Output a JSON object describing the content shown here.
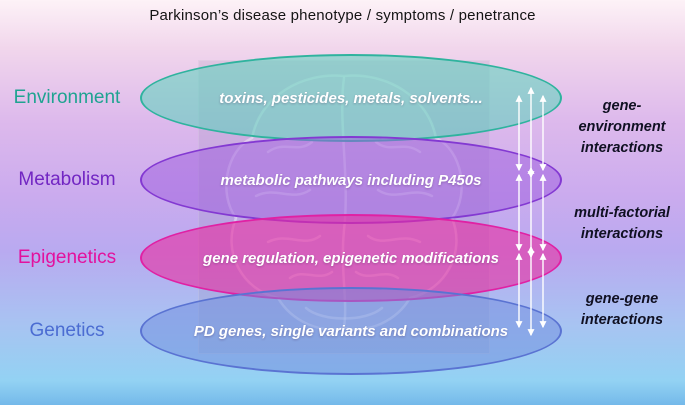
{
  "title": "Parkinson’s disease phenotype / symptoms / penetrance",
  "layers": [
    {
      "label": "Environment",
      "content": "toxins, pesticides, metals, solvents...",
      "label_color": "#1fa391",
      "stroke": "#2fb39e",
      "fill": "rgba(88, 211, 188, 0.55)"
    },
    {
      "label": "Metabolism",
      "content": "metabolic pathways including P450s",
      "label_color": "#7226c3",
      "stroke": "#8339d2",
      "fill": "rgba(158, 92, 221, 0.5)"
    },
    {
      "label": "Epigenetics",
      "content": "gene regulation, epigenetic modifications",
      "label_color": "#e3119e",
      "stroke": "#e021a4",
      "fill": "rgba(233, 43, 160, 0.6)"
    },
    {
      "label": "Genetics",
      "content": "PD genes, single variants and combinations",
      "label_color": "#4b6cd2",
      "stroke": "#5a73d2",
      "fill": "rgba(112, 140, 221, 0.5)"
    }
  ],
  "annotations": [
    {
      "text": "gene-\nenvironment\ninteractions"
    },
    {
      "text": "multi-factorial\ninteractions"
    },
    {
      "text": "gene-gene\ninteractions"
    }
  ],
  "arrows": {
    "color": "#ffffff"
  },
  "icons": {
    "arrow": "double-headed-arrow",
    "brain": "brain-outline"
  }
}
